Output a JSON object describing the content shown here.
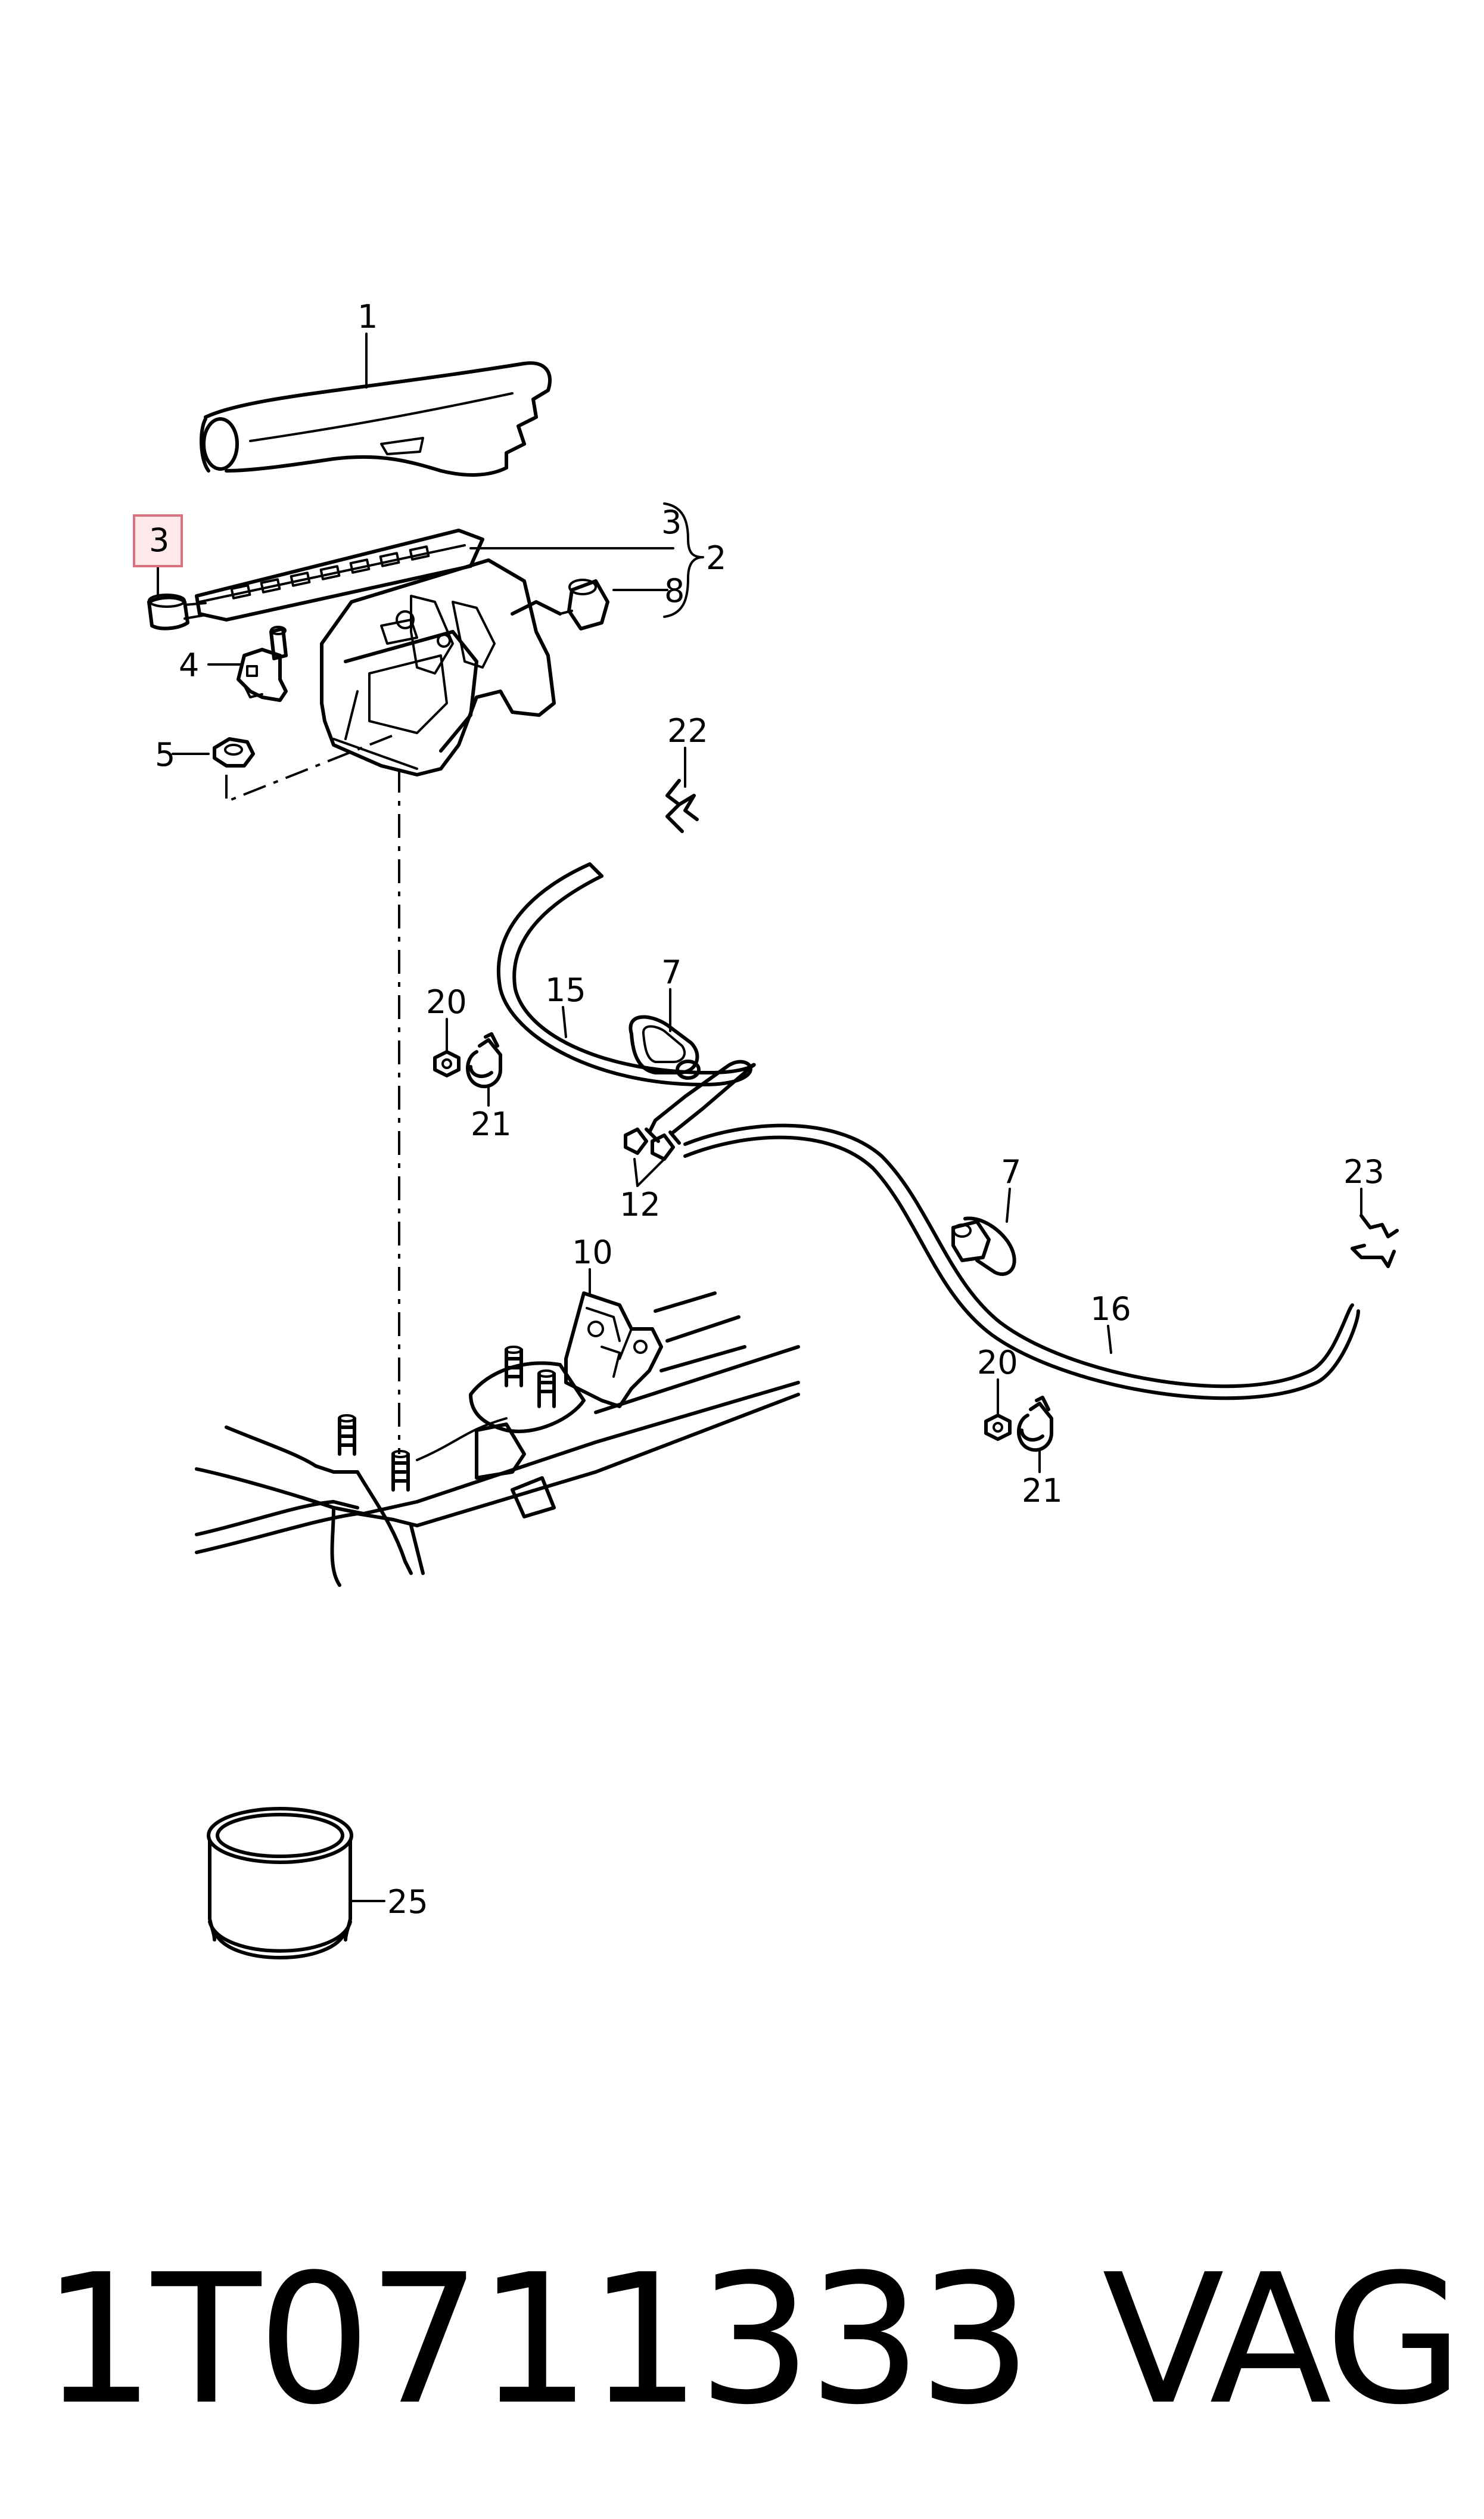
{
  "diagram": {
    "callouts": [
      "1",
      "3",
      "3",
      "2",
      "8",
      "4",
      "5",
      "22",
      "15",
      "7",
      "20",
      "21",
      "12",
      "7",
      "23",
      "16",
      "10",
      "20",
      "21",
      "25"
    ],
    "highlighted_callout": "3",
    "part_number": "1T0711333",
    "brand": "VAG",
    "highlight_color": "#d9707d"
  }
}
